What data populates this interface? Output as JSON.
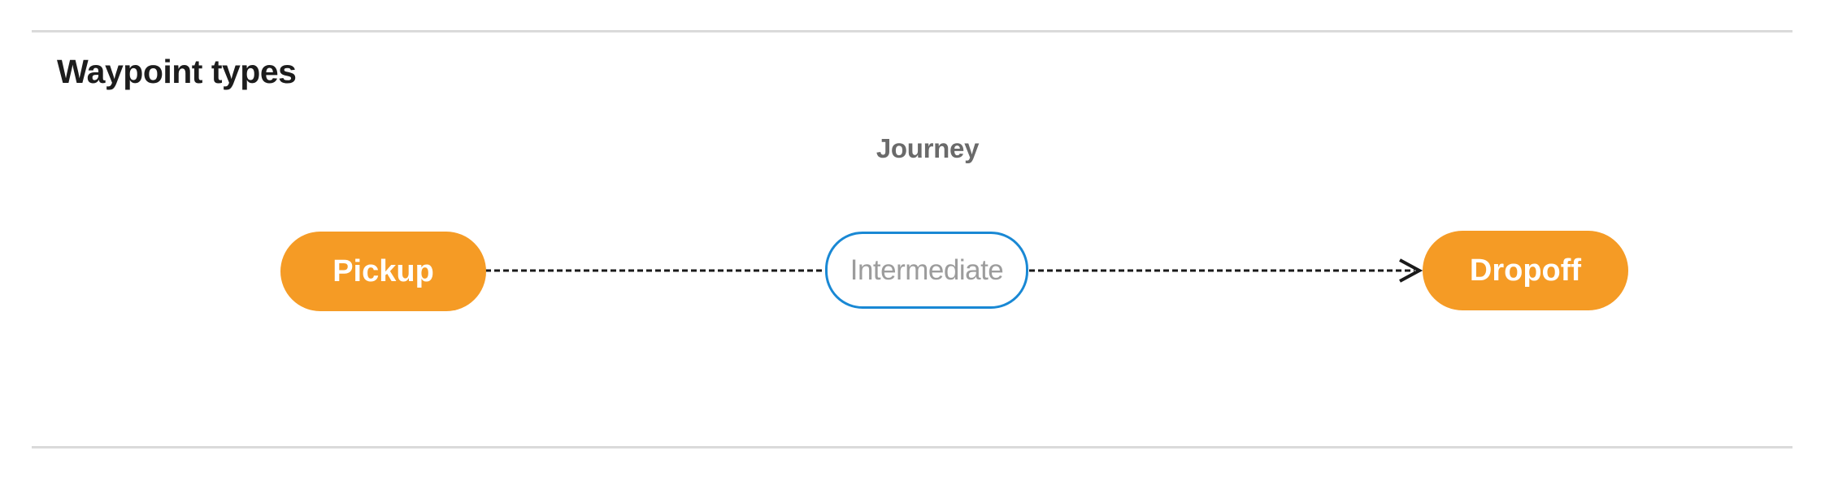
{
  "section": {
    "heading": "Waypoint types"
  },
  "diagram": {
    "title": "Journey",
    "nodes": [
      {
        "id": "pickup",
        "label": "Pickup",
        "variant": "filled"
      },
      {
        "id": "intermediate",
        "label": "Intermediate",
        "variant": "outlined"
      },
      {
        "id": "dropoff",
        "label": "Dropoff",
        "variant": "filled"
      }
    ],
    "edges": [
      {
        "from": "pickup",
        "to": "intermediate",
        "style": "dashed",
        "arrowhead": false
      },
      {
        "from": "intermediate",
        "to": "dropoff",
        "style": "dashed",
        "arrowhead": true
      }
    ],
    "colors": {
      "filled_node_fill": "#F59B25",
      "filled_node_text": "#FFFFFF",
      "outlined_node_border": "#1988D4",
      "outlined_node_text": "#9C9C9C",
      "edge_stroke": "#1A1A1A",
      "diagram_title_text": "#6A6A6A",
      "heading_text": "#1C1C1C",
      "divider": "#DADADA"
    }
  }
}
